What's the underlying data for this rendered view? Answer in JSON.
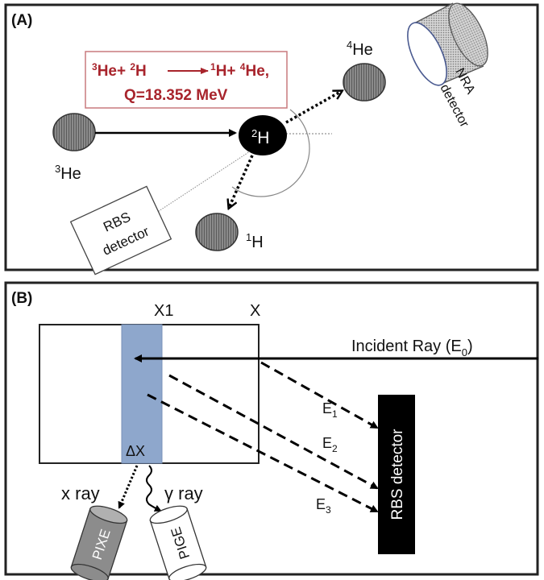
{
  "panel_a": {
    "label": "(A)",
    "reaction": {
      "line1_parts": [
        "3",
        "He+ ",
        "2",
        "H",
        "1",
        "H+ ",
        "4",
        "He,"
      ],
      "line2": "Q=18.352 MeV"
    },
    "target_symbol": "H",
    "target_mass": "2",
    "projectile_symbol": "He",
    "projectile_mass": "3",
    "ejectile_symbol": "He",
    "ejectile_mass": "4",
    "recoil_symbol": "H",
    "recoil_mass": "1",
    "nra_detector": [
      "NRA",
      "detector"
    ],
    "rbs_detector": [
      "RBS",
      "detector"
    ]
  },
  "panel_b": {
    "label": "(B)",
    "x1_label": "X1",
    "x_label": "X",
    "delta_x_label": "ΔX",
    "incident_ray": "Incident Ray (E",
    "incident_sub": "0",
    "incident_close": ")",
    "energies": [
      {
        "letter": "E",
        "sub": "1"
      },
      {
        "letter": "E",
        "sub": "2"
      },
      {
        "letter": "E",
        "sub": "3"
      }
    ],
    "rbs_detector": "RBS detector",
    "xray_label": "x ray",
    "gamma_label": "γ ray",
    "pixe_label": "PIXE",
    "pige_label": "PIGE"
  },
  "colors": {
    "slab": "#8ea7cc",
    "arrow_red": "#a8242c",
    "ball_gray": "#7f7f7f",
    "ball_black": "#000000"
  }
}
